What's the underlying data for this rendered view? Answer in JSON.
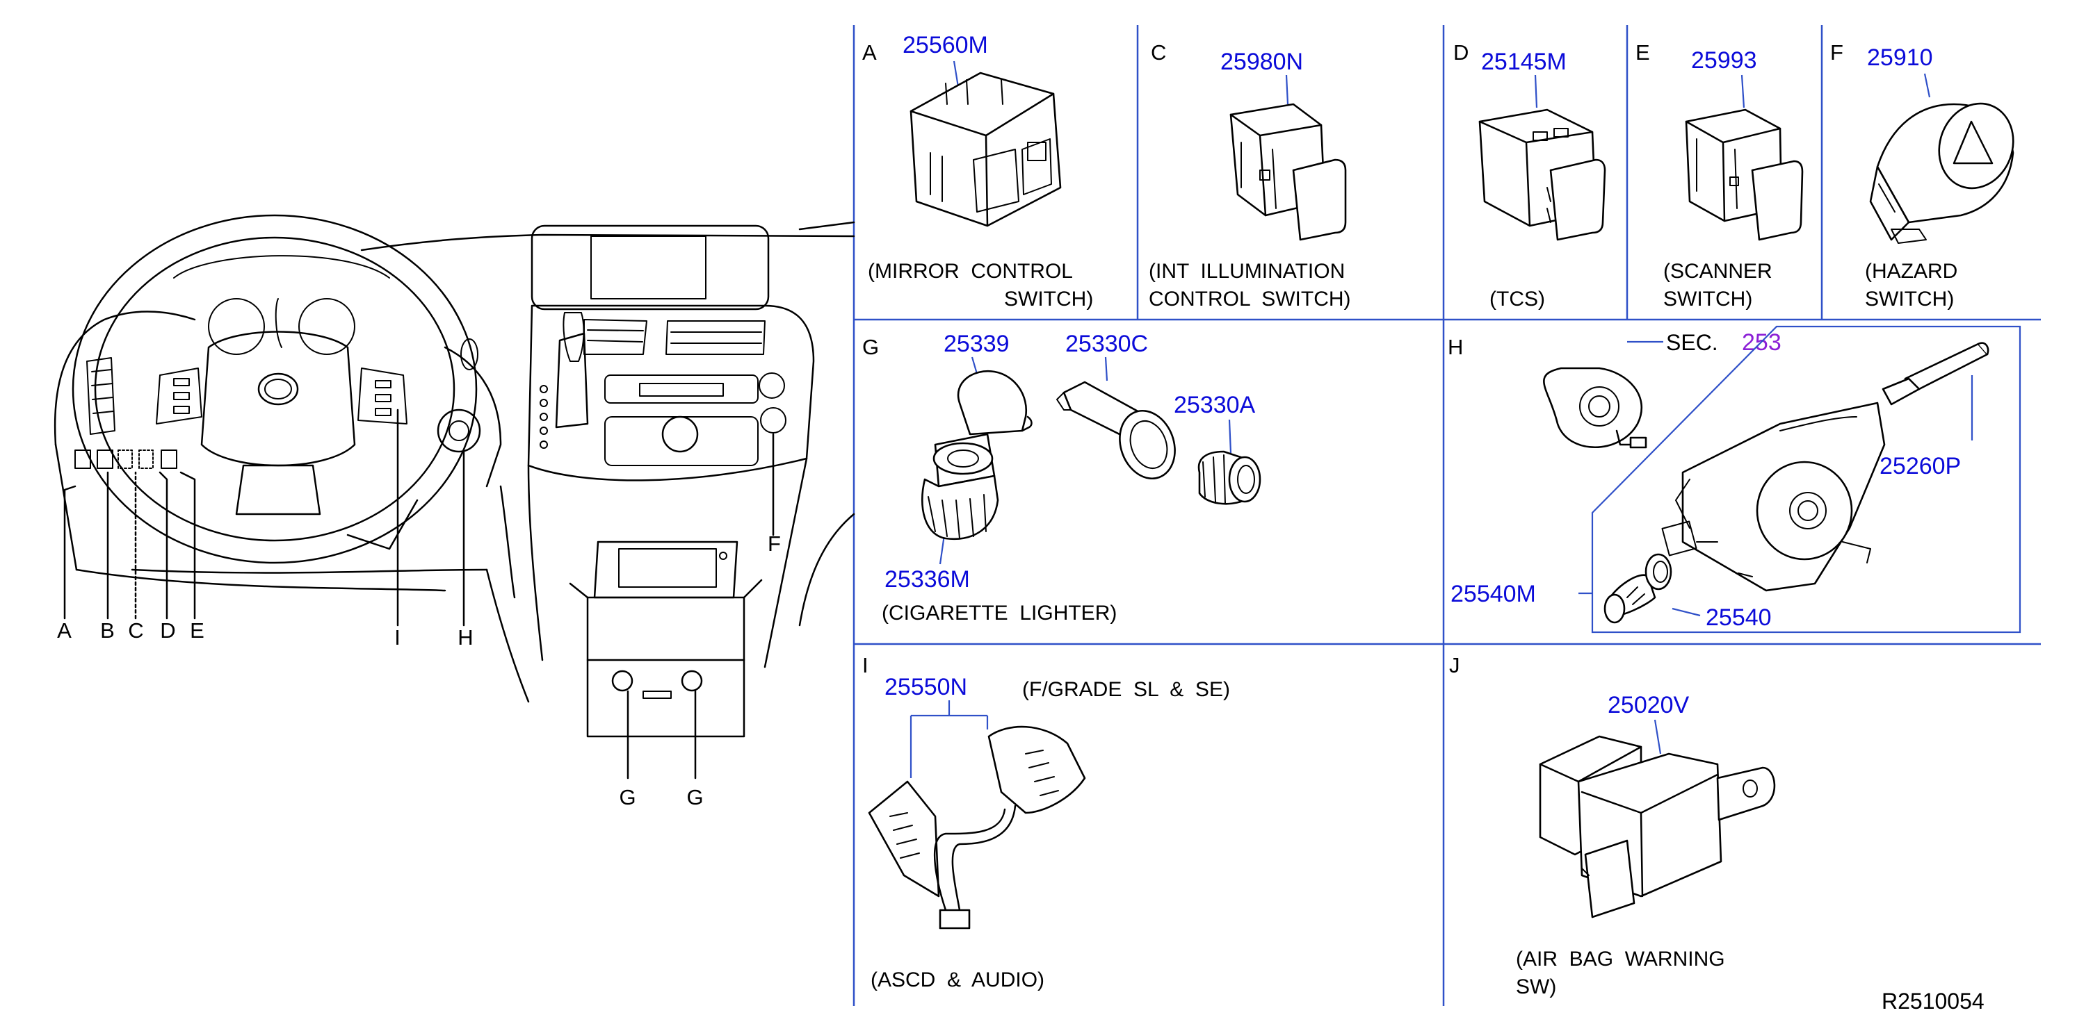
{
  "drawing_code": "R2510054",
  "overview_callouts": {
    "A": "A",
    "B": "B",
    "C": "C",
    "D": "D",
    "E": "E",
    "F": "F",
    "G1": "G",
    "G2": "G",
    "H": "H",
    "I": "I"
  },
  "panels": {
    "A": {
      "letter": "A",
      "part": "25560M",
      "caption": [
        "(MIRROR  CONTROL",
        "SWITCH)"
      ]
    },
    "C": {
      "letter": "C",
      "part": "25980N",
      "caption": [
        "(INT  ILLUMINATION",
        "CONTROL  SWITCH)"
      ]
    },
    "D": {
      "letter": "D",
      "part": "25145M",
      "caption": [
        "(TCS)"
      ]
    },
    "E": {
      "letter": "E",
      "part": "25993",
      "caption": [
        "(SCANNER",
        "SWITCH)"
      ]
    },
    "F": {
      "letter": "F",
      "part": "25910",
      "caption": [
        "(HAZARD",
        "SWITCH)"
      ]
    },
    "G": {
      "letter": "G",
      "parts": [
        "25339",
        "25330C",
        "25330A",
        "25336M"
      ],
      "caption": [
        "(CIGARETTE  LIGHTER)"
      ]
    },
    "H": {
      "letter": "H",
      "sec_label": "SEC.",
      "sec_number": "253",
      "parts": [
        "25260P",
        "25540M",
        "25540"
      ]
    },
    "I": {
      "letter": "I",
      "part": "25550N",
      "grade_note": "(F/GRADE  SL  &  SE)",
      "caption": [
        "(ASCD  &  AUDIO)"
      ]
    },
    "J": {
      "letter": "J",
      "part": "25020V",
      "caption": [
        "(AIR  BAG  WARNING",
        "SW)"
      ]
    }
  },
  "colors": {
    "part_number": "#0b0bd9",
    "section_ref": "#8b1fd6",
    "grid_lines": "#2f50c8",
    "line_art": "#000000"
  }
}
